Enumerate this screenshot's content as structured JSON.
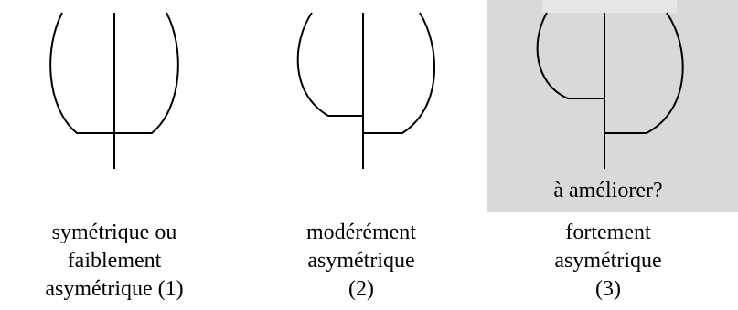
{
  "diagram": {
    "shapes": [
      {
        "id": "symmetric",
        "caption": [
          "symétrique ou",
          "faiblement",
          "asymétrique (1)"
        ]
      },
      {
        "id": "moderate",
        "caption": [
          "modérément",
          "asymétrique",
          "(2)"
        ]
      },
      {
        "id": "strong",
        "caption": [
          "fortement",
          "asymétrique",
          "(3)"
        ],
        "note": "à améliorer?"
      }
    ],
    "colors": {
      "line": "#000000",
      "highlight": "#d9d9d9",
      "background": "#ffffff"
    }
  }
}
